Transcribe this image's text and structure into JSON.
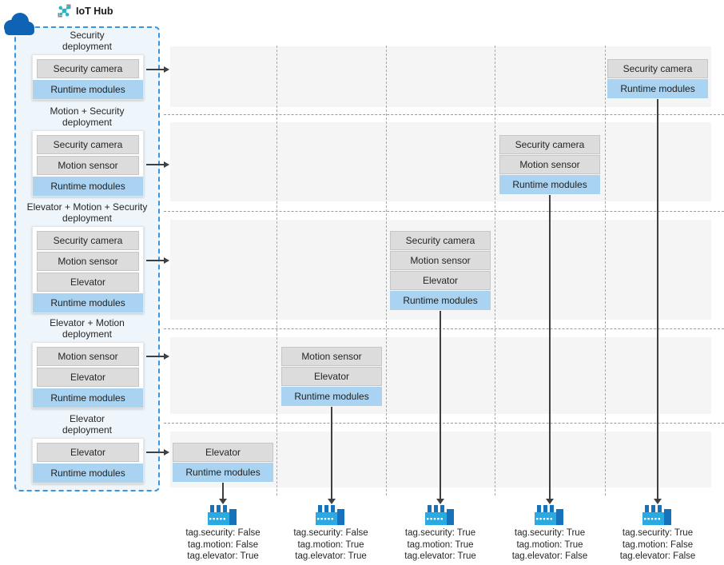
{
  "hub": {
    "label": "IoT Hub"
  },
  "runtime_label": "Runtime modules",
  "deployments": [
    {
      "line1": "Security",
      "line2": "deployment",
      "modules": [
        "Security camera"
      ]
    },
    {
      "line1": "Motion + Security",
      "line2": "deployment",
      "modules": [
        "Security camera",
        "Motion sensor"
      ]
    },
    {
      "line1": "Elevator + Motion + Security",
      "line2": "deployment",
      "modules": [
        "Security camera",
        "Motion sensor",
        "Elevator"
      ]
    },
    {
      "line1": "Elevator + Motion",
      "line2": "deployment",
      "modules": [
        "Motion sensor",
        "Elevator"
      ]
    },
    {
      "line1": "Elevator",
      "line2": "deployment",
      "modules": [
        "Elevator"
      ]
    }
  ],
  "stacks": [
    {
      "modules": [
        "Elevator"
      ]
    },
    {
      "modules": [
        "Motion sensor",
        "Elevator"
      ]
    },
    {
      "modules": [
        "Security camera",
        "Motion sensor",
        "Elevator"
      ]
    },
    {
      "modules": [
        "Security camera",
        "Motion sensor"
      ]
    },
    {
      "modules": [
        "Security camera"
      ]
    }
  ],
  "devices": [
    {
      "tags": [
        "tag.security: False",
        "tag.motion: False",
        "tag.elevator: True"
      ]
    },
    {
      "tags": [
        "tag.security: False",
        "tag.motion: True",
        "tag.elevator: True"
      ]
    },
    {
      "tags": [
        "tag.security: True",
        "tag.motion: True",
        "tag.elevator: True"
      ]
    },
    {
      "tags": [
        "tag.security: True",
        "tag.motion: True",
        "tag.elevator: False"
      ]
    },
    {
      "tags": [
        "tag.security: True",
        "tag.motion: False",
        "tag.elevator: False"
      ]
    }
  ],
  "colors": {
    "panel_bg": "#eef6fc",
    "panel_border": "#3a96e0",
    "module_gray": "#dcdcdc",
    "runtime_blue": "#a9d3f1",
    "band_gray": "#f5f5f5",
    "cloud_blue": "#0e63b5",
    "factory_light": "#29abe2",
    "factory_dark": "#1673bb",
    "hub_icon_teal": "#2fb2c4"
  }
}
